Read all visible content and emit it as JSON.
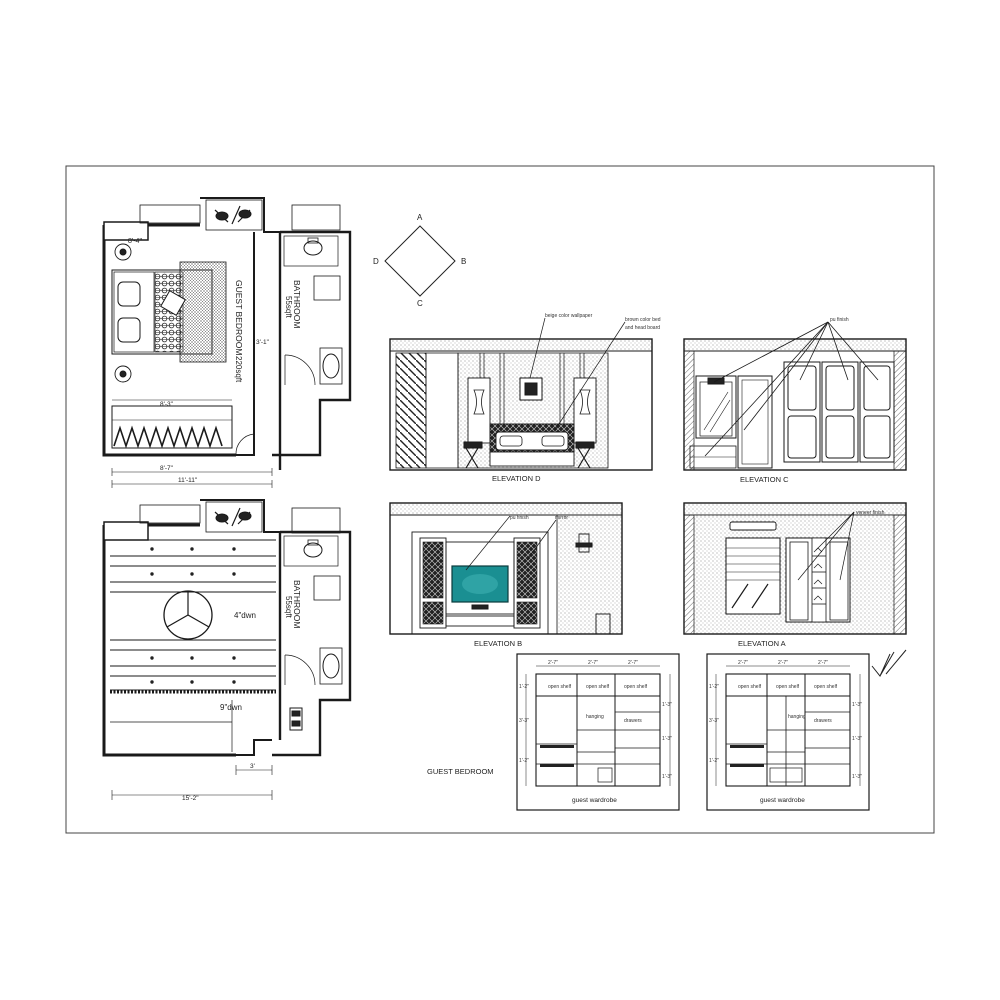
{
  "compass": {
    "north": "A",
    "east": "B",
    "south": "C",
    "west": "D"
  },
  "plan_top": {
    "room_name": "GUEST BEDROOM",
    "room_area": "220sqft",
    "bath_name": "BATHROOM",
    "bath_area": "55sqft",
    "dim_top": "8'-4\"",
    "dim_mid": "8'-3\"",
    "dim_door": "3'-1\"",
    "dim_bottom": "8'-7\""
  },
  "plan_bottom": {
    "dim_top": "11'-11\"",
    "ceiling_drop_1": "4\"dwn",
    "ceiling_drop_2": "9\"dwn",
    "bath_name": "BATHROOM",
    "bath_area": "55sqft",
    "dim_door": "3'",
    "dim_bottom": "15'-2\""
  },
  "elevations": {
    "d": {
      "title": "ELEVATION D",
      "note_1": "beige color wallpaper",
      "note_2": "brown color bed",
      "note_3": "and head board"
    },
    "c": {
      "title": "ELEVATION C",
      "note_1": "pu finish"
    },
    "b": {
      "title": "ELEVATION B",
      "note_1": "pu finish",
      "note_2": "mirror"
    },
    "a": {
      "title": "ELEVATION A",
      "note_1": "veneer finish"
    }
  },
  "wardrobes": {
    "left": {
      "title": "guest wardrobe",
      "dims_top": [
        "2'-7\"",
        "2'-7\"",
        "2'-7\""
      ],
      "dims_left": [
        "1'-2\"",
        "3'-3\"",
        "1'-2\""
      ],
      "dims_right": [
        "1'-3\"",
        "1'-3\"",
        "1'-3\""
      ],
      "labels": [
        "open shelf",
        "open shelf",
        "open shelf",
        "hanging",
        "drawers"
      ]
    },
    "right": {
      "title": "guest wardrobe",
      "dims_top": [
        "2'-7\"",
        "2'-7\"",
        "2'-7\""
      ],
      "dims_left": [
        "1'-2\"",
        "3'-3\"",
        "1'-2\""
      ],
      "dims_right": [
        "1'-3\"",
        "1'-3\"",
        "1'-3\""
      ],
      "labels": [
        "open shelf",
        "open shelf",
        "open shelf",
        "hanging",
        "drawers"
      ]
    }
  },
  "sheet_label": "GUEST BEDROOM",
  "colors": {
    "line": "#1a1a1a",
    "tv_teal": "#1a8f92",
    "tv_dark": "#0b3b3c",
    "hatch": "#555555"
  }
}
